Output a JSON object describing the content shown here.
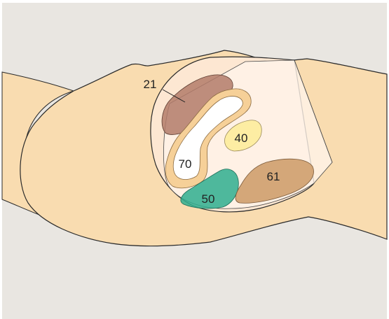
{
  "labels": {
    "l21": "21",
    "l40": "40",
    "l50": "50",
    "l61": "61",
    "l70": "70"
  },
  "colors": {
    "background": "#e9e6e1",
    "frame": "#ffffff",
    "body": "#f9dcb0",
    "outline": "#2a2a2a",
    "cavity": "#fde7d2",
    "overlay": "#fff4ea",
    "brown_region": "#b37b6a",
    "yellow_region": "#fdeda3",
    "green_region": "#2fae8f",
    "tan_region": "#cf9f6d",
    "loop_fill": "#f6d098"
  }
}
